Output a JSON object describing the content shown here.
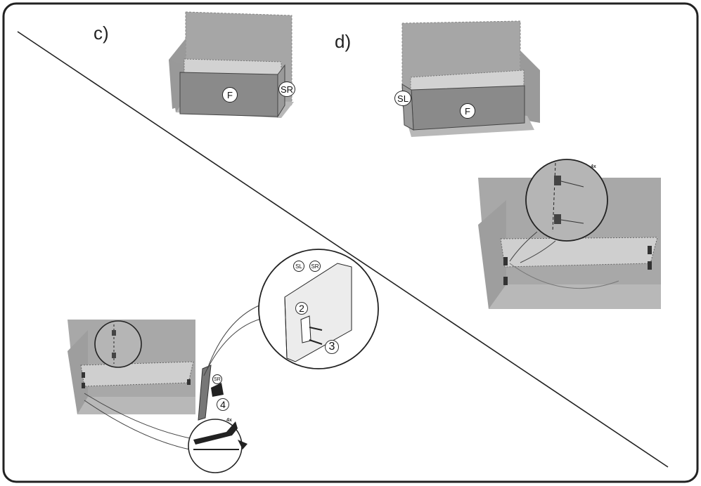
{
  "panels": {
    "c": {
      "label": "c)",
      "front_badge": "F",
      "side_badge": "SR"
    },
    "d": {
      "label": "d)",
      "front_badge": "F",
      "side_badge": "SL"
    }
  },
  "detail": {
    "badge_sl": "SL",
    "badge_sr": "SR",
    "step_2": "2",
    "step_3": "3",
    "step_4": "4",
    "panel_badge": "SR",
    "qty_clip": "4x",
    "qty_bracket": "4x"
  },
  "colors": {
    "frame": "#222222",
    "wall": "#a9a9a9",
    "tub_front": "#8c8c8c",
    "tub_inner": "#cfcfcf",
    "floor": "#bdbdbd"
  }
}
